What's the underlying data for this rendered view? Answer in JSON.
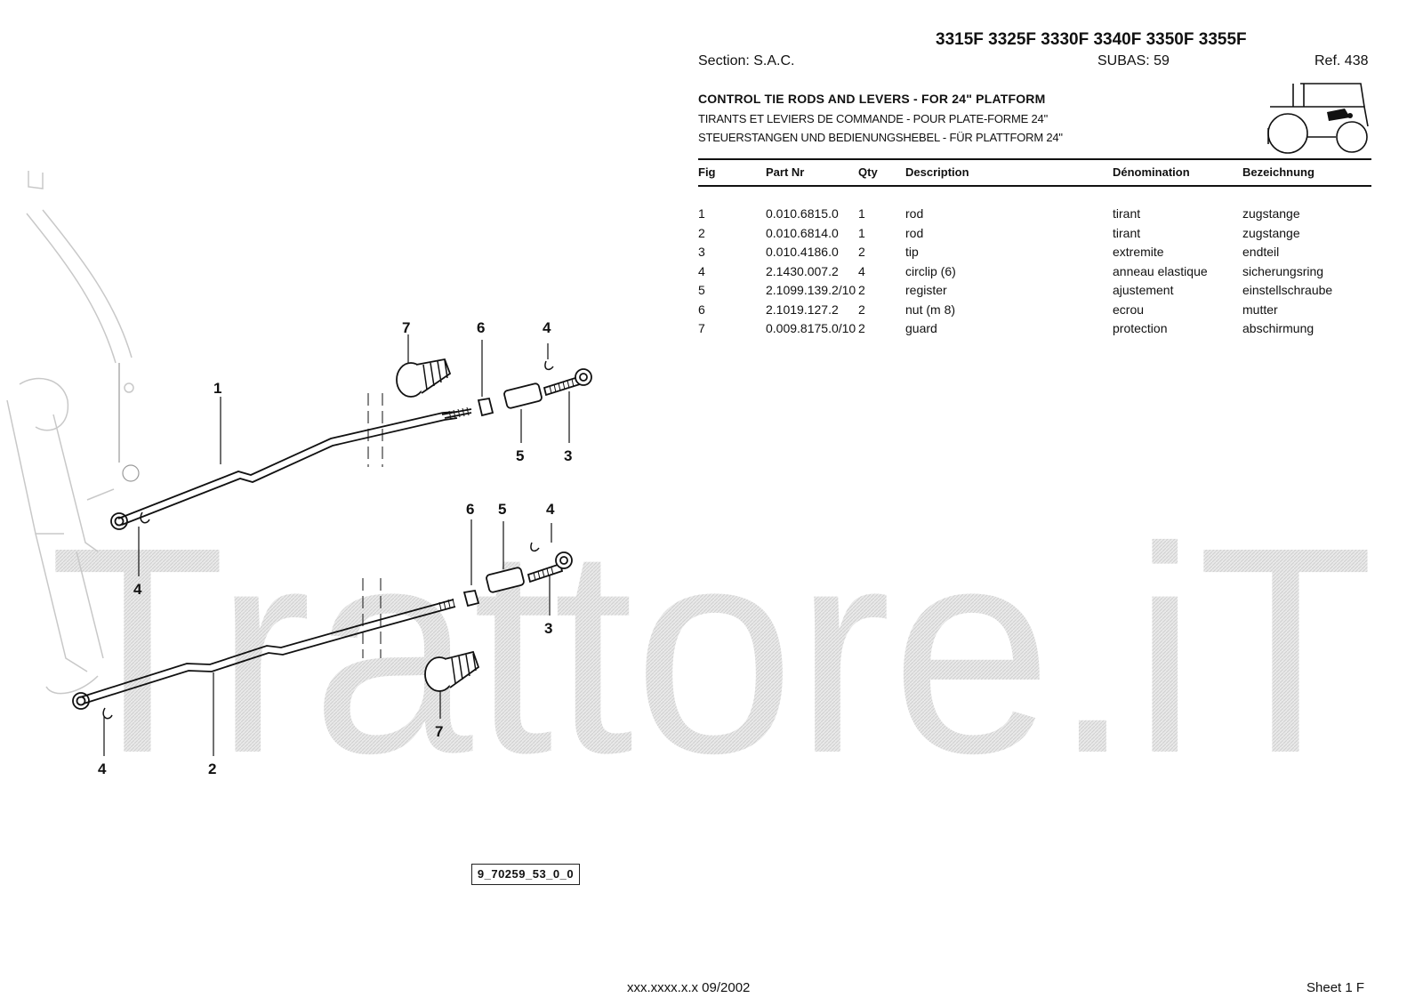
{
  "header": {
    "models": "3315F 3325F 3330F 3340F 3350F 3355F",
    "section": "Section: S.A.C.",
    "subas": "SUBAS: 59",
    "ref": "Ref. 438",
    "title_en": "CONTROL TIE RODS AND LEVERS - FOR 24\" PLATFORM",
    "title_fr": "TIRANTS ET LEVIERS DE COMMANDE - POUR PLATE-FORME 24\"",
    "title_de": "STEUERSTANGEN UND BEDIENUNGSHEBEL - FÜR PLATTFORM 24\""
  },
  "table": {
    "columns": [
      "Fig",
      "Part Nr",
      "Qty",
      "Description",
      "Dénomination",
      "Bezeichnung"
    ],
    "rows": [
      {
        "fig": "1",
        "part_nr": "0.010.6815.0",
        "qty": "1",
        "description": "rod",
        "denomination": "tirant",
        "bezeichnung": "zugstange"
      },
      {
        "fig": "2",
        "part_nr": "0.010.6814.0",
        "qty": "1",
        "description": "rod",
        "denomination": "tirant",
        "bezeichnung": "zugstange"
      },
      {
        "fig": "3",
        "part_nr": "0.010.4186.0",
        "qty": "2",
        "description": "tip",
        "denomination": "extremite",
        "bezeichnung": "endteil"
      },
      {
        "fig": "4",
        "part_nr": "2.1430.007.2",
        "qty": "4",
        "description": "circlip (6)",
        "denomination": "anneau elastique",
        "bezeichnung": "sicherungsring"
      },
      {
        "fig": "5",
        "part_nr": "2.1099.139.2/10",
        "qty": "2",
        "description": "register",
        "denomination": "ajustement",
        "bezeichnung": "einstellschraube"
      },
      {
        "fig": "6",
        "part_nr": "2.1019.127.2",
        "qty": "2",
        "description": "nut (m 8)",
        "denomination": "ecrou",
        "bezeichnung": "mutter"
      },
      {
        "fig": "7",
        "part_nr": "0.009.8175.0/10",
        "qty": "2",
        "description": "guard",
        "denomination": "protection",
        "bezeichnung": "abschirmung"
      }
    ]
  },
  "diagram": {
    "callouts": {
      "top_7": "7",
      "top_6": "6",
      "top_4": "4",
      "top_1": "1",
      "top_5": "5",
      "top_3": "3",
      "left_4": "4",
      "bot_6": "6",
      "bot_5": "5",
      "bot_4": "4",
      "bot_3": "3",
      "bot_7": "7",
      "bot_4b": "4",
      "bot_2": "2"
    },
    "drawing_number": "9_70259_53_0_0"
  },
  "watermark": "Trattore.iT",
  "footer": {
    "code": "xxx.xxxx.x.x  09/2002",
    "sheet": "Sheet 1 F"
  },
  "icons": [
    "tractor-icon"
  ]
}
